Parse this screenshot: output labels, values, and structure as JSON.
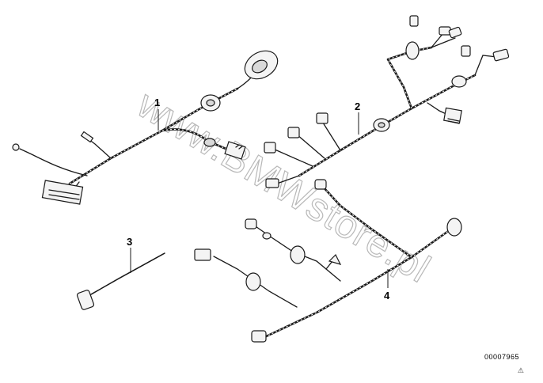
{
  "diagram": {
    "callouts": {
      "harness_1": "1",
      "harness_2": "2",
      "harness_3": "3",
      "harness_4": "4"
    },
    "watermark": "www.BMWstore.pl",
    "drawing_number": "00007965",
    "corner_symbol": "⚠"
  },
  "colors": {
    "line": "#1a1a1a",
    "watermark": "#b8b8b8",
    "background": "#ffffff"
  }
}
